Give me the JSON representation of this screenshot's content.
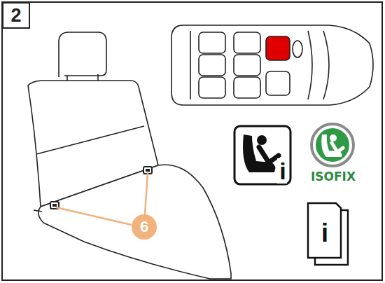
{
  "diagram": {
    "nodes": [
      {
        "text": [
          "2"
        ]
      },
      {
        "text": [
          "6"
        ]
      }
    ],
    "labels": [
      "i",
      "ISOFIX",
      "i"
    ]
  }
}
